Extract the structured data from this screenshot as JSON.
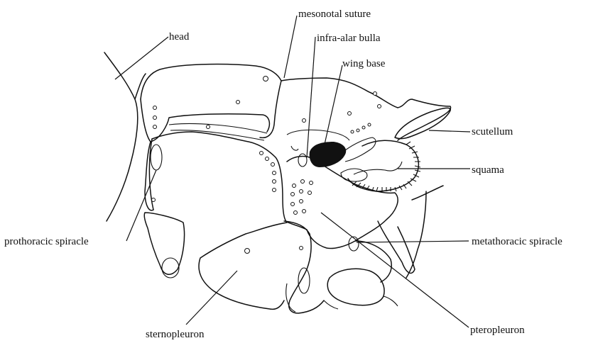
{
  "labels": {
    "head": "head",
    "mesonotal_suture": "mesonotal suture",
    "infra_alar_bulla": "infra-alar bulla",
    "wing_base": "wing base",
    "scutellum": "scutellum",
    "squama": "squama",
    "prothoracic_spiracle": "prothoracic spiracle",
    "metathoracic_spiracle": "metathoracic spiracle",
    "sternopleuron": "sternopleuron",
    "pteropleuron": "pteropleuron"
  }
}
